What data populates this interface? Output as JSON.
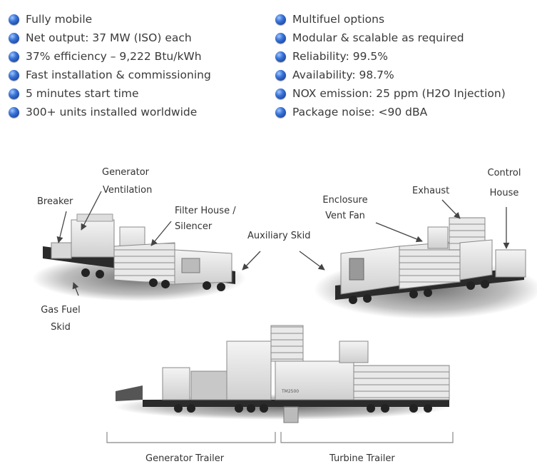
{
  "features_left": [
    "Fully mobile",
    "Net output: 37 MW (ISO) each",
    "37% efficiency – 9,222 Btu/kWh",
    "Fast installation & commissioning",
    "5 minutes start time",
    "300+ units installed worldwide"
  ],
  "features_right": [
    "Multifuel options",
    "Modular & scalable as required",
    "Reliability: 99.5%",
    "Availability: 98.7%",
    "NOX emission: 25 ppm (H2O Injection)",
    "Package noise: <90 dBA"
  ],
  "labels": {
    "generator_ventilation": [
      "Generator",
      "Ventilation"
    ],
    "breaker": "Breaker",
    "filter_house": [
      "Filter House /",
      "Silencer"
    ],
    "auxiliary_skid": "Auxiliary Skid",
    "gas_fuel_skid": [
      "Gas Fuel",
      "Skid"
    ],
    "enclosure_vent_fan": [
      "Enclosure",
      "Vent Fan"
    ],
    "exhaust": "Exhaust",
    "control_house": [
      "Control",
      "House"
    ],
    "unit_plate": "TM2500",
    "generator_trailer": "Generator Trailer",
    "turbine_trailer": "Turbine Trailer"
  },
  "colors": {
    "bullet": "#1f4fb5",
    "text": "#3a3a3a",
    "arrow": "#444444"
  }
}
